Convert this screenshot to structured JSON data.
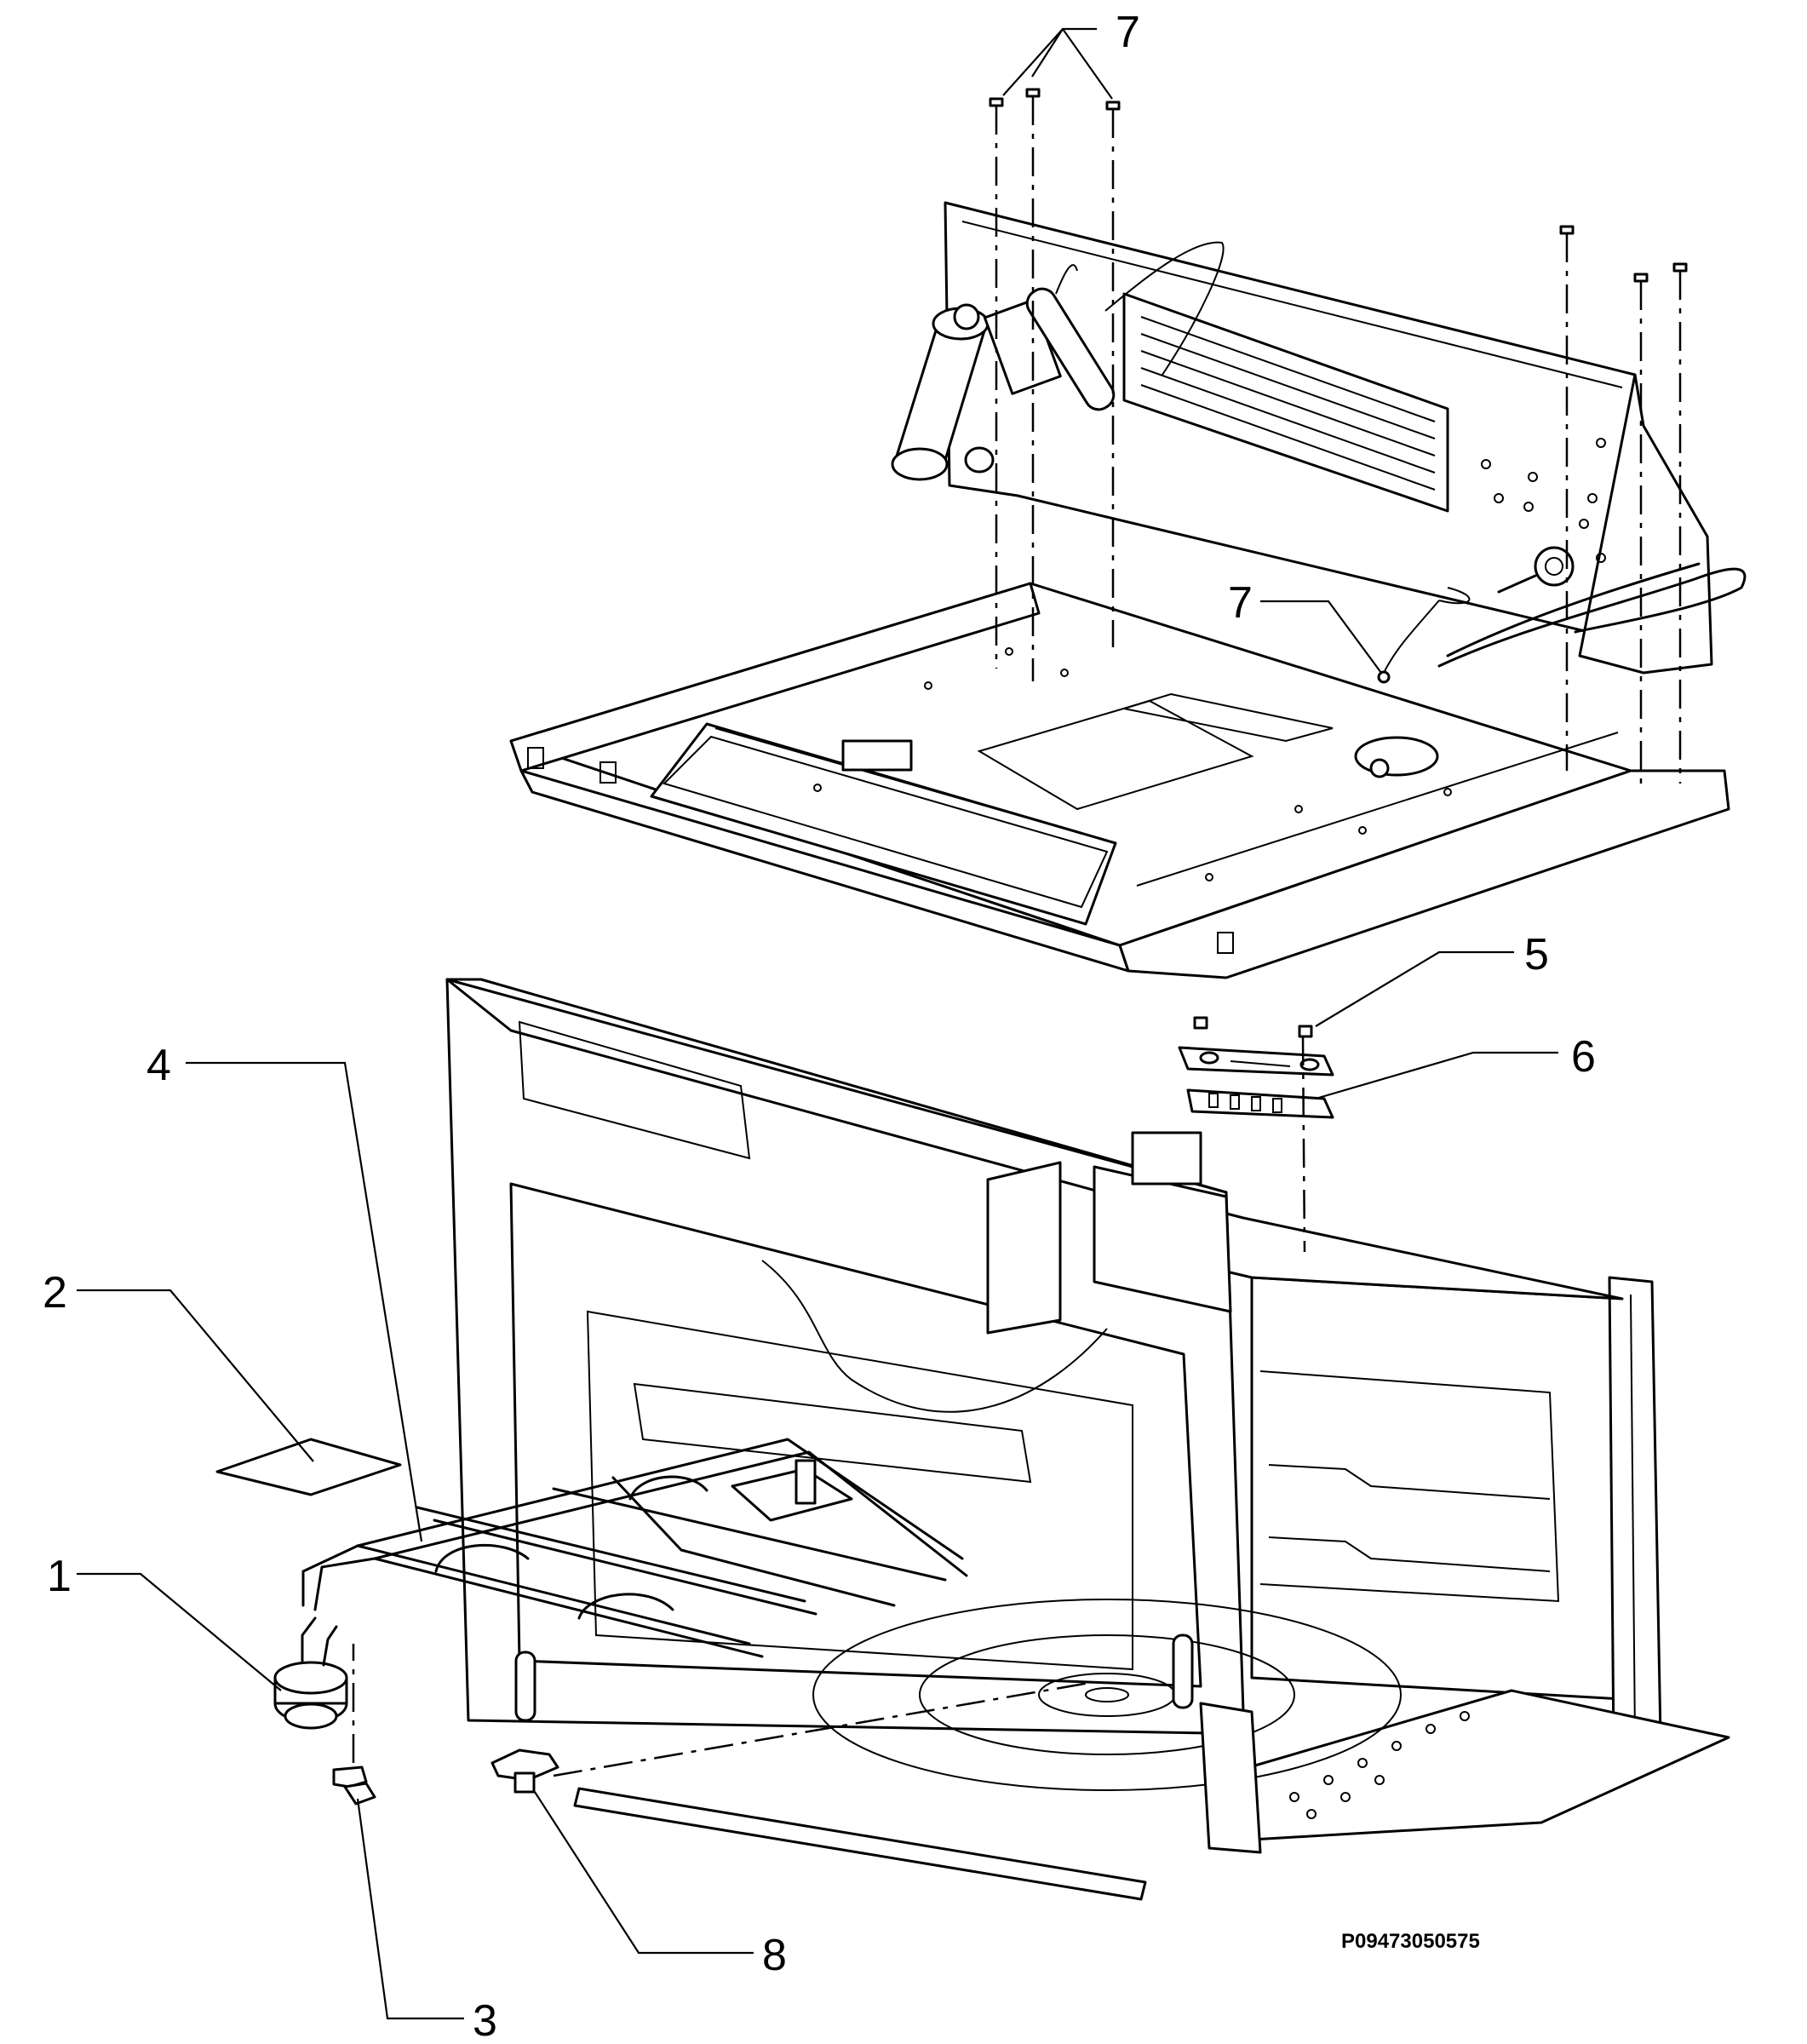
{
  "callouts": {
    "c7_top": "7",
    "c7_mid": "7",
    "c5": "5",
    "c6": "6",
    "c4": "4",
    "c2": "2",
    "c1": "1",
    "c3": "3",
    "c8": "8"
  },
  "drawing_code": "P09473050575"
}
